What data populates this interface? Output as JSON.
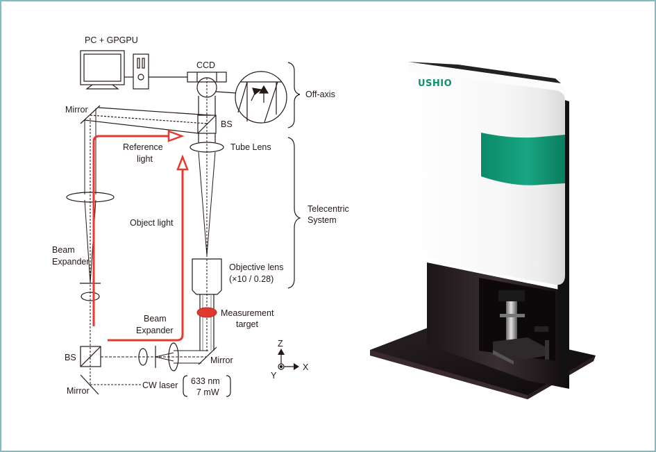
{
  "diagram": {
    "labels": {
      "pc": "PC + GPGPU",
      "ccd": "CCD",
      "off_axis": "Off-axis",
      "mirror_top": "Mirror",
      "bs_top": "BS",
      "tube_lens": "Tube Lens",
      "reference_light_1": "Reference",
      "reference_light_2": "light",
      "object_light": "Object light",
      "telecentric_1": "Telecentric",
      "telecentric_2": "System",
      "beam_expander_left_1": "Beam",
      "beam_expander_left_2": "Expander",
      "objective_lens_1": "Objective lens",
      "objective_lens_2": "(×10 / 0.28)",
      "measurement_target_1": "Measurement",
      "measurement_target_2": "target",
      "beam_expander_bottom_1": "Beam",
      "beam_expander_bottom_2": "Expander",
      "bs_bottom": "BS",
      "mirror_bottom_right": "Mirror",
      "mirror_bottom_left": "Mirror",
      "cw_laser": "CW laser",
      "laser_wavelength": "633 nm",
      "laser_power": "7 mW",
      "axis_z": "Z",
      "axis_x": "X",
      "axis_y": "Y"
    },
    "colors": {
      "beam_arrow": "#e8392f",
      "target": "#e03a30",
      "line": "#231815",
      "frame_border": "#7fbcc6"
    }
  },
  "product": {
    "brand_logo": "USHIO",
    "colors": {
      "accent_band": "#0f8f6e",
      "body": "#f4f4f4",
      "base": "#1a1214"
    }
  }
}
